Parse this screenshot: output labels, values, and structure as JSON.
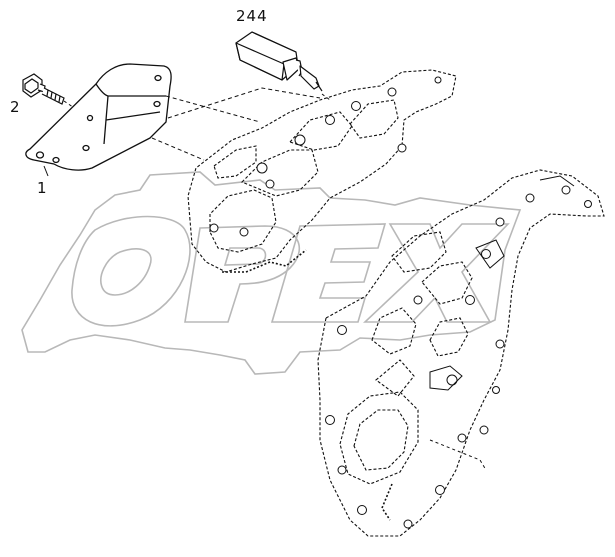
{
  "diagram": {
    "callouts": [
      {
        "id": "part-244",
        "label": "244"
      },
      {
        "id": "part-2",
        "label": "2"
      },
      {
        "id": "part-1",
        "label": "1"
      }
    ],
    "watermark": {
      "text": "OPEX"
    },
    "colors": {
      "line": "#111111",
      "watermark": "#b8b8b8",
      "background": "#ffffff"
    }
  }
}
